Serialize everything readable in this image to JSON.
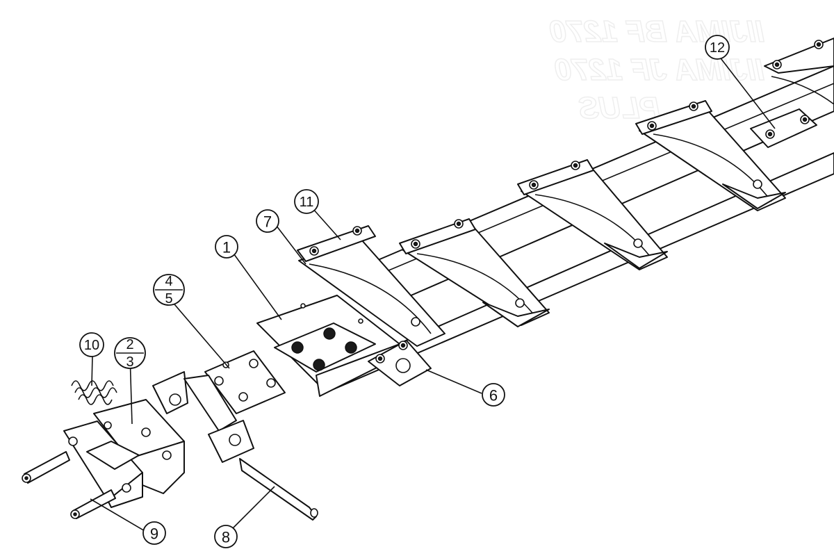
{
  "watermark": {
    "line1": "IIJIMA BF 1270",
    "line2": "IIJIMA JF 1270",
    "line3": "PLUS"
  },
  "callouts": [
    {
      "id": "c1",
      "text": "1"
    },
    {
      "id": "c4",
      "text": "4"
    },
    {
      "id": "c5",
      "text": "5"
    },
    {
      "id": "c2",
      "text": "2"
    },
    {
      "id": "c3",
      "text": "3"
    },
    {
      "id": "c6",
      "text": "6"
    },
    {
      "id": "c7",
      "text": "7"
    },
    {
      "id": "c8",
      "text": "8"
    },
    {
      "id": "c9",
      "text": "9"
    },
    {
      "id": "c10",
      "text": "10"
    },
    {
      "id": "c11",
      "text": "11"
    },
    {
      "id": "c12",
      "text": "12"
    }
  ]
}
